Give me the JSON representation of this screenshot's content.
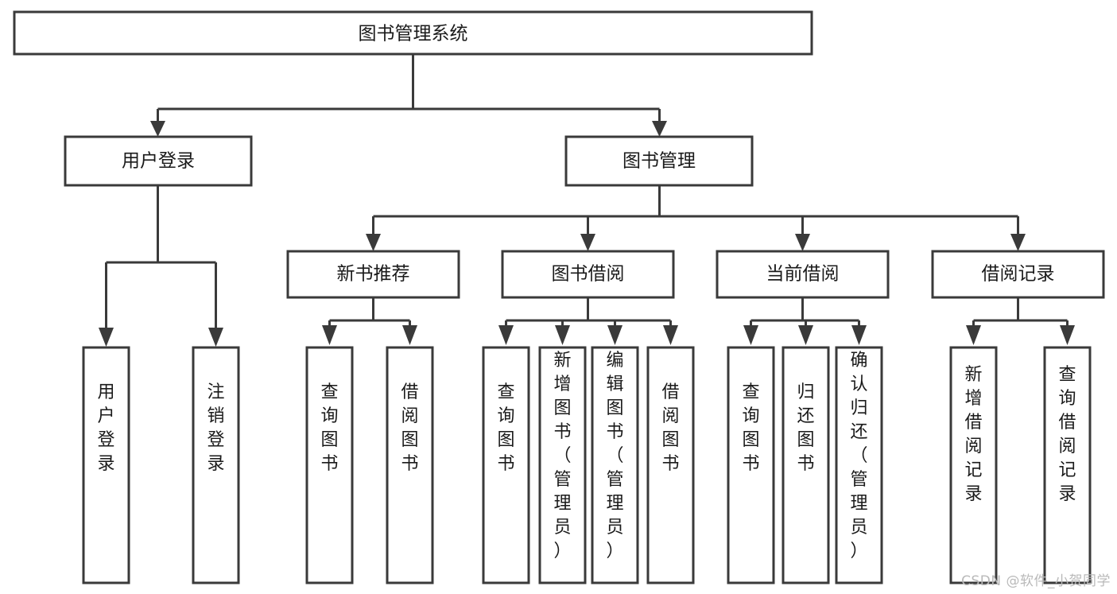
{
  "diagram": {
    "title": "图书管理系统",
    "type": "hierarchy-tree",
    "watermark": "CSDN @软件_小贺同学",
    "colors": {
      "stroke": "#3a3a3a",
      "box_fill": "#ffffff",
      "text": "#1a1a1a",
      "background": "#ffffff",
      "watermark": "#b9b9b9"
    },
    "root": {
      "id": "root",
      "label": "图书管理系统"
    },
    "level2": [
      {
        "id": "user-login",
        "label": "用户登录"
      },
      {
        "id": "book-management",
        "label": "图书管理"
      }
    ],
    "level3": [
      {
        "id": "new-book-recommend",
        "label": "新书推荐",
        "parent": "book-management"
      },
      {
        "id": "book-borrow",
        "label": "图书借阅",
        "parent": "book-management"
      },
      {
        "id": "current-borrow",
        "label": "当前借阅",
        "parent": "book-management"
      },
      {
        "id": "borrow-record",
        "label": "借阅记录",
        "parent": "book-management"
      }
    ],
    "leaves": {
      "user-login": [
        {
          "id": "leaf-user-login",
          "label": "用户登录"
        },
        {
          "id": "leaf-logout",
          "label": "注销登录"
        }
      ],
      "new-book-recommend": [
        {
          "id": "leaf-query-book-1",
          "label": "查询图书"
        },
        {
          "id": "leaf-borrow-book-1",
          "label": "借阅图书"
        }
      ],
      "book-borrow": [
        {
          "id": "leaf-query-book-2",
          "label": "查询图书"
        },
        {
          "id": "leaf-add-book",
          "label": "新增图书（管理员）"
        },
        {
          "id": "leaf-edit-book",
          "label": "编辑图书（管理员）"
        },
        {
          "id": "leaf-borrow-book-2",
          "label": "借阅图书"
        }
      ],
      "current-borrow": [
        {
          "id": "leaf-query-book-3",
          "label": "查询图书"
        },
        {
          "id": "leaf-return-book",
          "label": "归还图书"
        },
        {
          "id": "leaf-confirm-return",
          "label": "确认归还（管理员）"
        }
      ],
      "borrow-record": [
        {
          "id": "leaf-add-record",
          "label": "新增借阅记录"
        },
        {
          "id": "leaf-query-record",
          "label": "查询借阅记录"
        }
      ]
    }
  }
}
